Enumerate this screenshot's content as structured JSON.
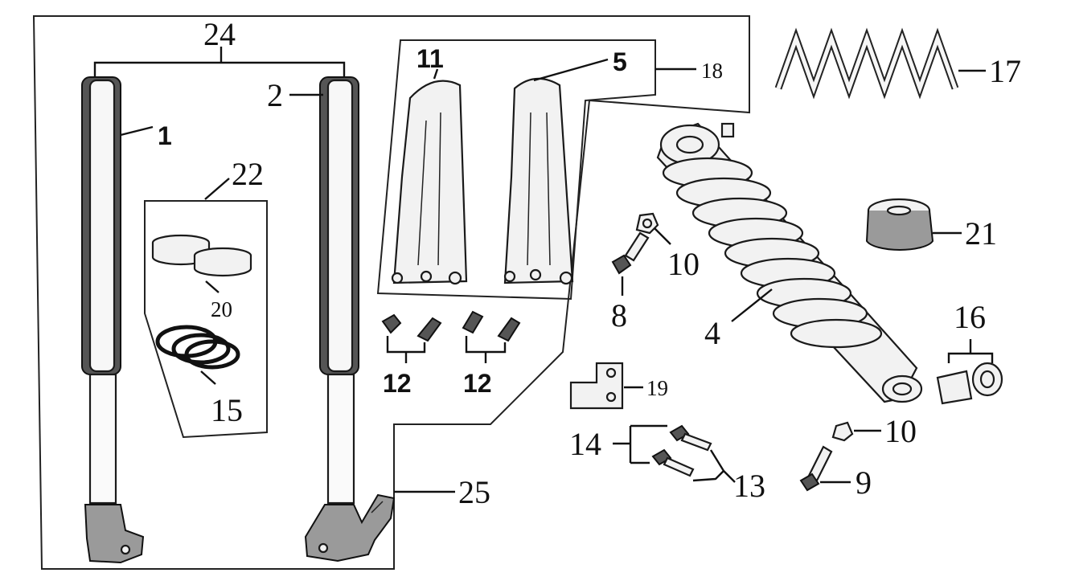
{
  "callouts": {
    "c1": "1",
    "c2": "2",
    "c4": "4",
    "c5": "5",
    "c8": "8",
    "c9": "9",
    "c10a": "10",
    "c10b": "10",
    "c11": "11",
    "c12a": "12",
    "c12b": "12",
    "c13": "13",
    "c14": "14",
    "c15": "15",
    "c16": "16",
    "c17": "17",
    "c18": "18",
    "c19": "19",
    "c20": "20",
    "c21": "21",
    "c22": "22",
    "c24": "24",
    "c25": "25"
  }
}
